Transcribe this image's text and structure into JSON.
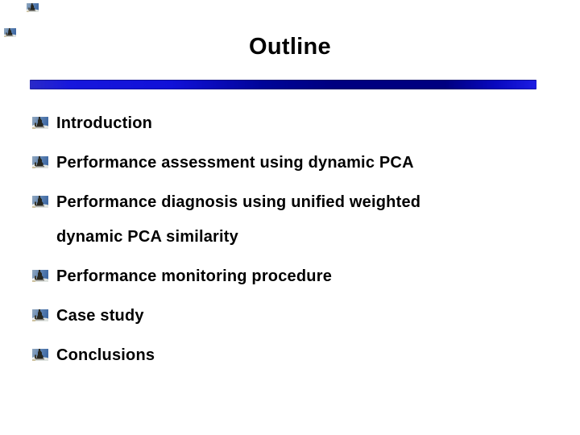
{
  "slide": {
    "title": "Outline",
    "background_color": "#ffffff",
    "text_color": "#000000",
    "accent_bar": {
      "bright_blue": "#1515dc",
      "dark_navy": "#000080"
    },
    "bullet_icon": "statue-photo-bullet",
    "bullets": [
      {
        "lines": [
          "Introduction"
        ]
      },
      {
        "lines": [
          "Performance assessment using dynamic PCA"
        ]
      },
      {
        "lines": [
          "Performance diagnosis using unified weighted",
          "dynamic PCA similarity"
        ]
      },
      {
        "lines": [
          "Performance monitoring procedure"
        ]
      },
      {
        "lines": [
          "Case study"
        ]
      },
      {
        "lines": [
          "Conclusions"
        ]
      }
    ]
  }
}
